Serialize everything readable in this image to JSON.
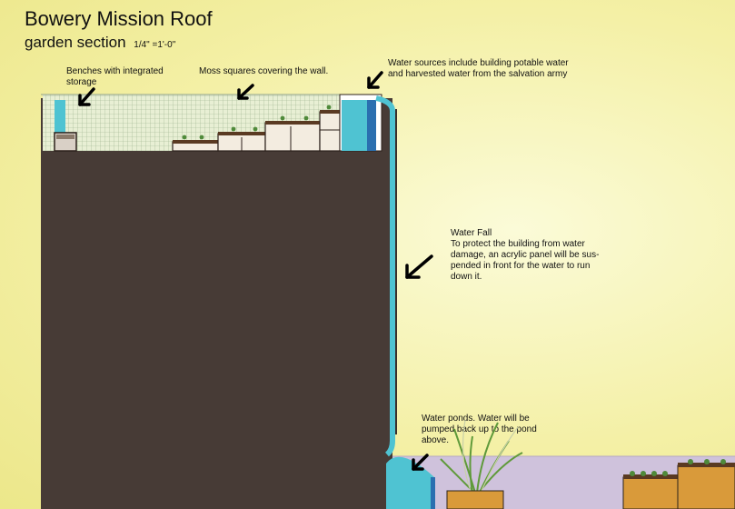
{
  "title": "Bowery Mission Roof",
  "subtitle": "garden section",
  "scale": "1/4\" =1'-0\"",
  "annotations": {
    "benches": "Benches with integrated storage",
    "moss": "Moss squares covering the wall.",
    "water_sources": "Water sources include building potable water and harvested water from the salvation army",
    "waterfall_title": "Water Fall",
    "waterfall_body": "To protect the building from water damage, an acrylic panel will be sus-pended in front for the water to run down it.",
    "ponds": "Water ponds. Water will be pumped back up to the pond above."
  },
  "colors": {
    "building": "#473b36",
    "water": "#4fc3d2",
    "planter": "#d99a3a",
    "ground": "#cfc2dc",
    "soil": "#5a3a22",
    "moss": "#dfe8c4"
  }
}
